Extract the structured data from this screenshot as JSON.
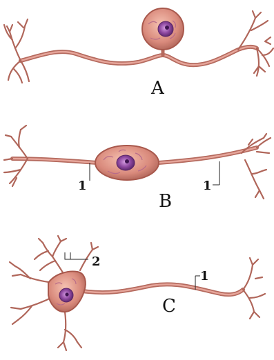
{
  "labels": {
    "neuron_a": "A",
    "neuron_b": "B",
    "neuron_c": "C",
    "b_process_left": "1",
    "b_process_right": "1",
    "c_axon": "1",
    "c_dendrites": "2"
  },
  "colors": {
    "membrane": "#b56a5e",
    "cytoplasm": "#d98a7c",
    "cytoplasm_light": "#f0b8a8",
    "nucleus": "#7a3a8c",
    "nucleus_light": "#c07ad0"
  }
}
